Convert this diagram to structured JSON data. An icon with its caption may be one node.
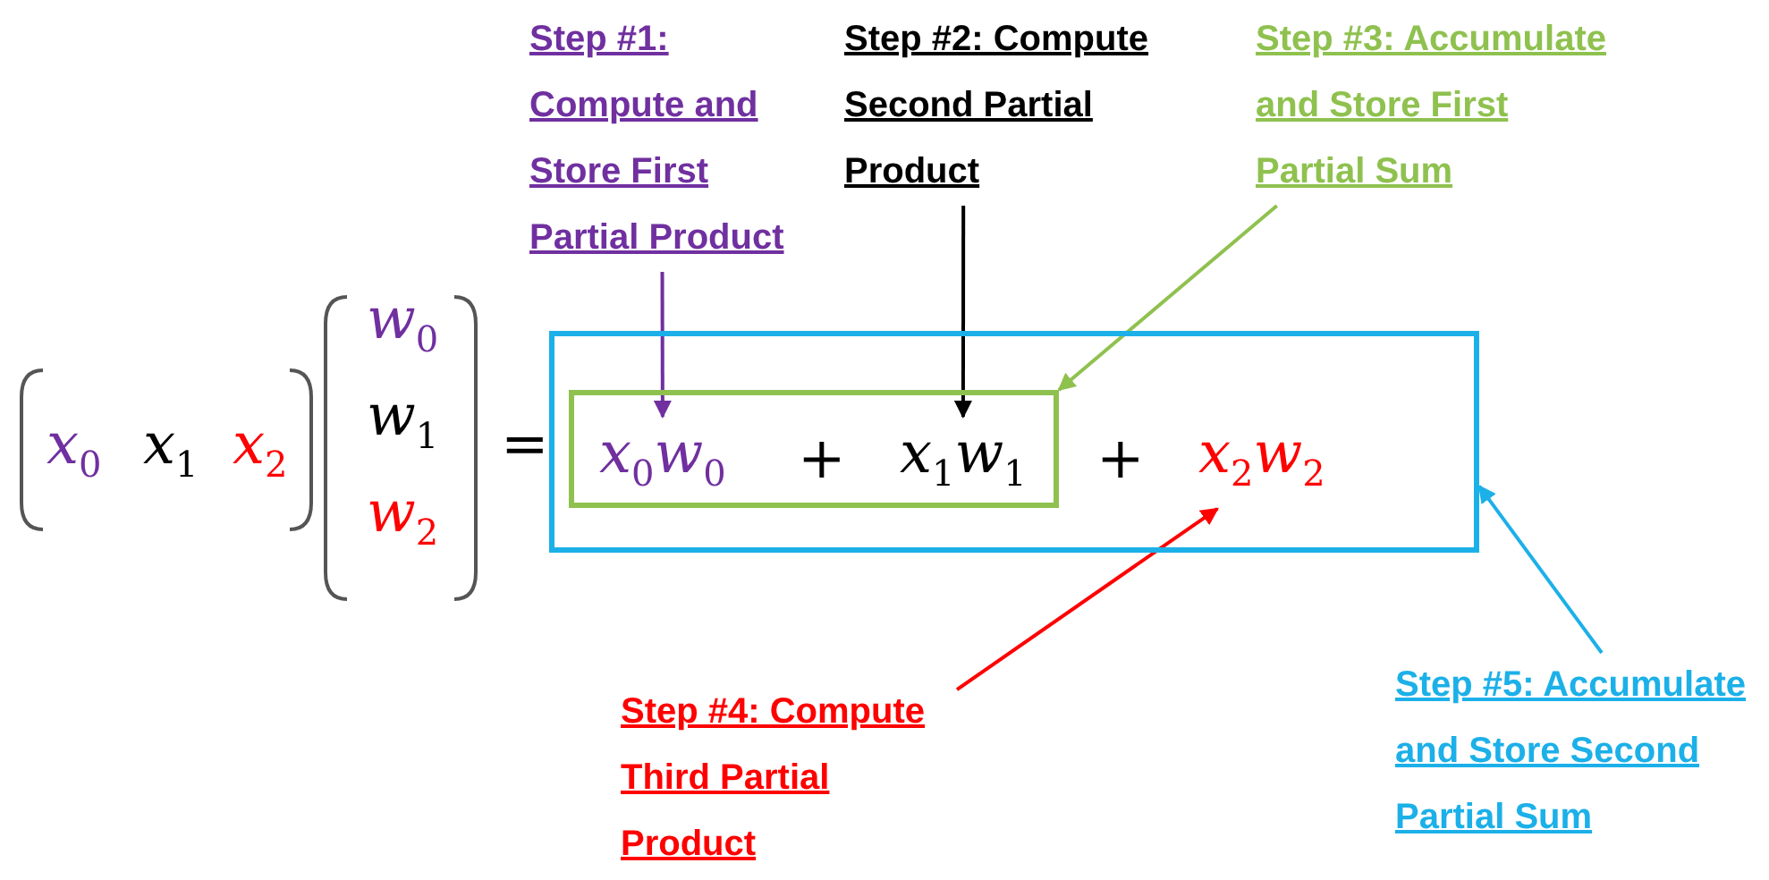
{
  "diagram": {
    "nodes": [
      {
        "text": [
          "Step #1: Compute and Store First Partial Product"
        ]
      },
      {
        "text": [
          "Step #2: Compute Second Partial Product"
        ]
      },
      {
        "text": [
          "Step #3: Accumulate and Store First Partial Sum"
        ]
      },
      {
        "text": [
          "Step #4: Compute Third Partial Product"
        ]
      },
      {
        "text": [
          "Step #5: Accumulate and Store Second Partial Sum"
        ]
      },
      {
        "text": [],
        "shape": "box"
      },
      {
        "text": [],
        "shape": "box",
        "in": 5
      },
      {
        "text": [
          "x$_{0}$w$_{0}$"
        ],
        "in": 6
      },
      {
        "text": [
          "x$_{1}$w$_{1}$"
        ],
        "in": 6
      },
      {
        "text": [
          "x$_{2}$w$_{2}$"
        ],
        "in": 5
      }
    ],
    "edges": [
      {
        "from": 0,
        "to": 7,
        "arrow": "to",
        "color": "#7030a0"
      },
      {
        "from": 1,
        "to": 8,
        "arrow": "to",
        "color": "#000000"
      },
      {
        "from": 2,
        "to": 6,
        "arrow": "to",
        "color": "#8fc14f"
      },
      {
        "from": 3,
        "to": 9,
        "arrow": "to",
        "color": "#ff0000"
      },
      {
        "from": 4,
        "to": 5,
        "arrow": "to",
        "color": "#1cb0e8"
      }
    ],
    "labels": [
      "x$_{0}$",
      "x$_{1}$",
      "x$_{2}$",
      "w$_{0}$",
      "w$_{1}$",
      "w$_{2}$",
      "=",
      "+",
      "+"
    ]
  }
}
